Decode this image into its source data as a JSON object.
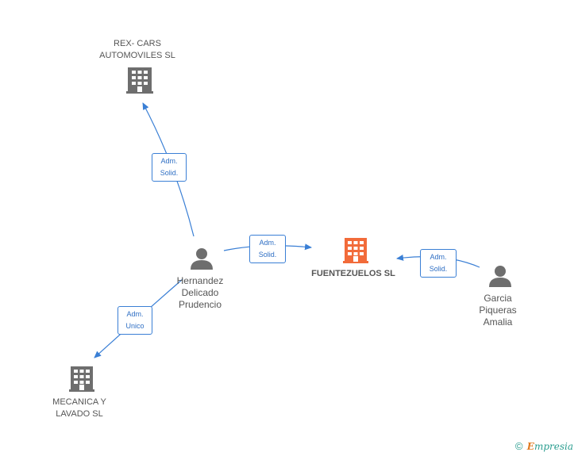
{
  "nodes": {
    "rex": {
      "label_line1": "REX- CARS",
      "label_line2": "AUTOMOVILES SL"
    },
    "fuente": {
      "label": "FUENTEZUELOS SL"
    },
    "mecanica": {
      "label_line1": "MECANICA Y",
      "label_line2": "LAVADO  SL"
    },
    "hernandez": {
      "label_line1": "Hernandez",
      "label_line2": "Delicado",
      "label_line3": "Prudencio"
    },
    "garcia": {
      "label_line1": "Garcia",
      "label_line2": "Piqueras",
      "label_line3": "Amalia"
    }
  },
  "edges": {
    "e1": {
      "line1": "Adm.",
      "line2": "Solid."
    },
    "e2": {
      "line1": "Adm.",
      "line2": "Solid."
    },
    "e3": {
      "line1": "Adm.",
      "line2": "Solid."
    },
    "e4": {
      "line1": "Adm.",
      "line2": "Unico"
    }
  },
  "brand": {
    "copyright": "©",
    "mark": "E",
    "rest": "mpresia"
  },
  "colors": {
    "company": "#6e6e6e",
    "main_company": "#f26b3a",
    "person": "#6e6e6e",
    "edge": "#3a7fd5"
  }
}
